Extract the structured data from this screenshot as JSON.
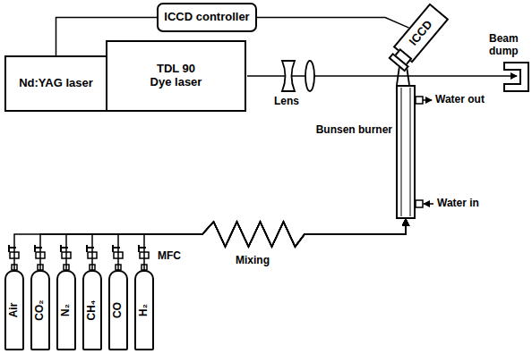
{
  "diagram": {
    "nodes": [
      {
        "text": [
          "ICCD controller"
        ]
      },
      {
        "text": [
          "ICCD"
        ]
      },
      {
        "text": [
          "Nd:YAG laser"
        ]
      },
      {
        "text": [
          "TDL 90 Dye laser"
        ]
      },
      {
        "text": [
          "Bunsen burner"
        ]
      },
      {
        "text": [
          "Air"
        ]
      },
      {
        "text": [
          "CO₂"
        ]
      },
      {
        "text": [
          "N₂"
        ]
      },
      {
        "text": [
          "CH₄"
        ]
      },
      {
        "text": [
          "CO"
        ]
      },
      {
        "text": [
          "H₂"
        ]
      }
    ],
    "edges": [
      {
        "from": 0,
        "to": 2,
        "arrow": "none"
      },
      {
        "from": 0,
        "to": 1,
        "arrow": "none"
      },
      {
        "from": 5,
        "to": 4,
        "arrow": "to"
      },
      {
        "from": 6,
        "to": 4,
        "arrow": "to"
      },
      {
        "from": 7,
        "to": 4,
        "arrow": "to"
      },
      {
        "from": 8,
        "to": 4,
        "arrow": "to"
      },
      {
        "from": 9,
        "to": 4,
        "arrow": "to"
      },
      {
        "from": 10,
        "to": 4,
        "arrow": "to"
      }
    ],
    "labels": [
      "Lens",
      "Beam dump",
      "Water out",
      "Water in",
      "MFC",
      "Mixing"
    ]
  }
}
